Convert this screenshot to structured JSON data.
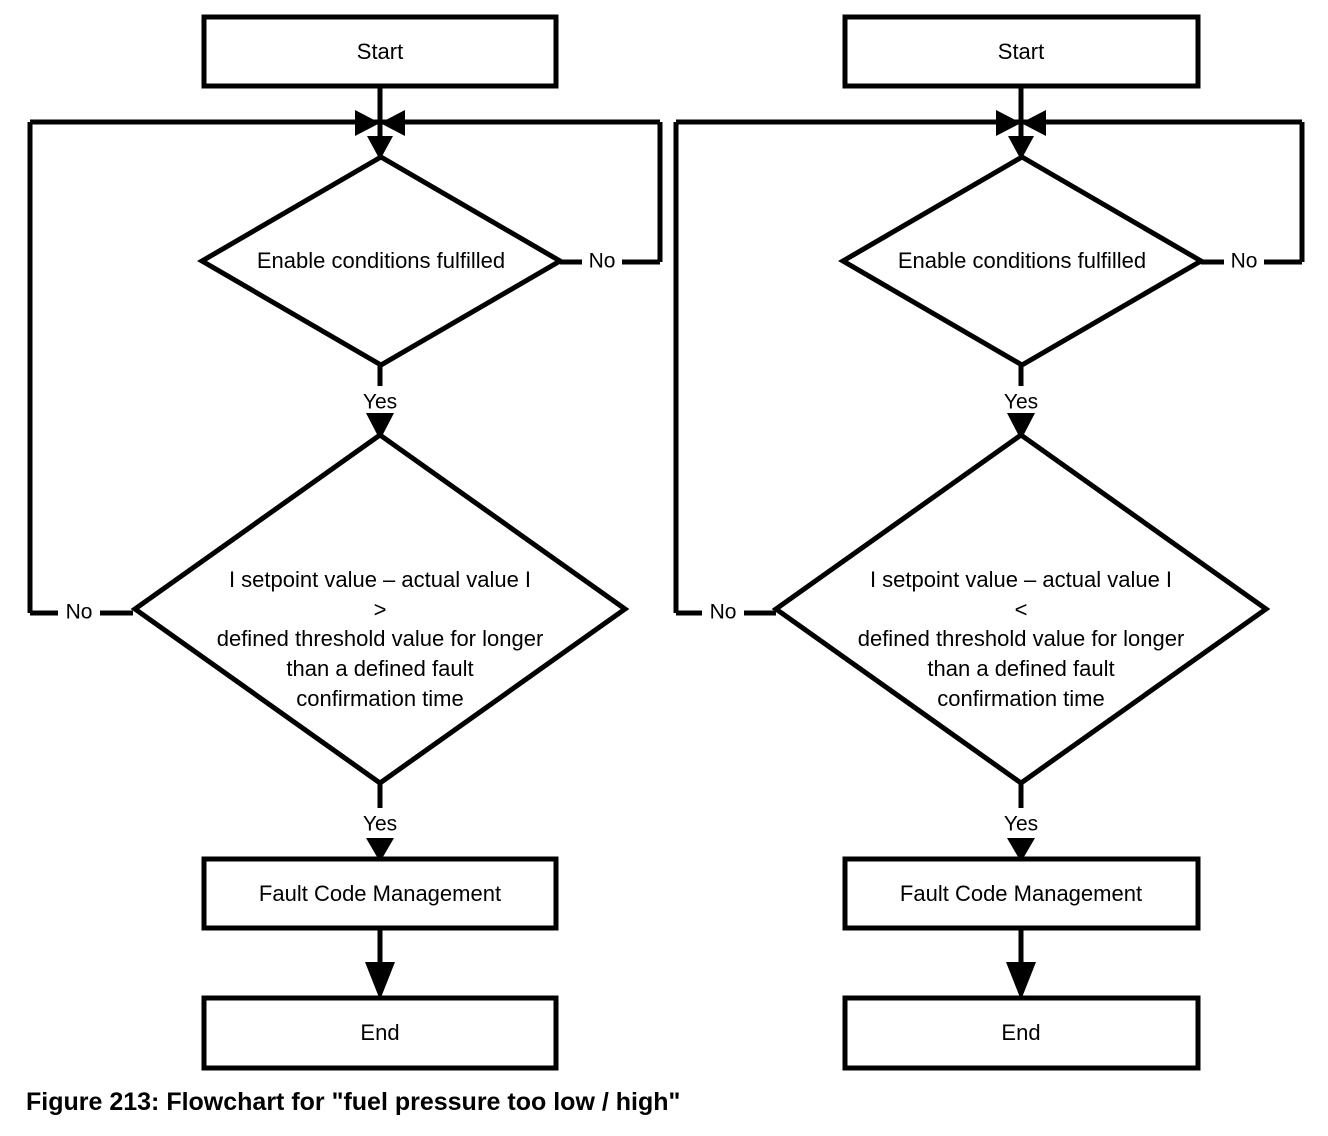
{
  "figure": {
    "caption": "Figure 213: Flowchart for \"fuel pressure too low / high\"",
    "background_color": "#ffffff",
    "line_color": "#000000"
  },
  "flowcharts": [
    {
      "id": "left",
      "variant": "fuel pressure too low",
      "nodes": {
        "start": {
          "label": "Start",
          "shape": "process"
        },
        "enable_decision": {
          "label": "Enable conditions fulfilled",
          "shape": "decision"
        },
        "threshold_decision": {
          "shape": "decision",
          "line1": "I setpoint value – actual value I",
          "operator": ">",
          "line3": "defined threshold value for longer",
          "line4": "than a defined fault",
          "line5": "confirmation time"
        },
        "fault_code": {
          "label": "Fault Code Management",
          "shape": "process"
        },
        "end": {
          "label": "End",
          "shape": "process"
        }
      },
      "edges": {
        "enable_no": "No",
        "enable_yes": "Yes",
        "threshold_no": "No",
        "threshold_yes": "Yes"
      }
    },
    {
      "id": "right",
      "variant": "fuel pressure too high",
      "nodes": {
        "start": {
          "label": "Start",
          "shape": "process"
        },
        "enable_decision": {
          "label": "Enable conditions fulfilled",
          "shape": "decision"
        },
        "threshold_decision": {
          "shape": "decision",
          "line1": "I setpoint value – actual value I",
          "operator": "<",
          "line3": "defined threshold value for longer",
          "line4": "than a defined fault",
          "line5": "confirmation time"
        },
        "fault_code": {
          "label": "Fault Code Management",
          "shape": "process"
        },
        "end": {
          "label": "End",
          "shape": "process"
        }
      },
      "edges": {
        "enable_no": "No",
        "enable_yes": "Yes",
        "threshold_no": "No",
        "threshold_yes": "Yes"
      }
    }
  ]
}
